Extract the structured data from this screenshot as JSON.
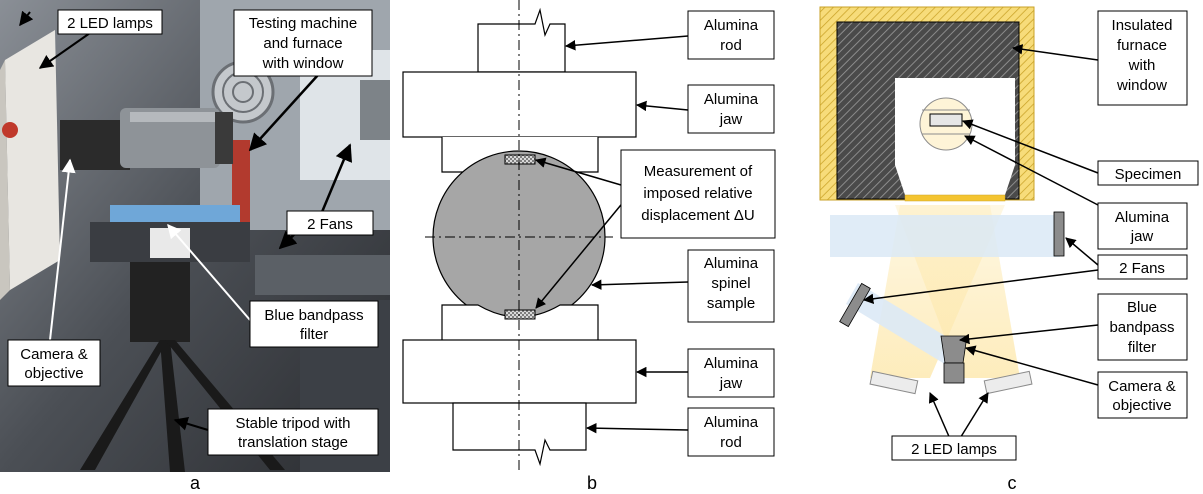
{
  "panel_a": {
    "caption": "a",
    "labels": {
      "led_lamps": "2 LED lamps",
      "testing_l1": "Testing machine",
      "testing_l2": "and furnace",
      "testing_l3": "with window",
      "fans": "2 Fans",
      "filter_l1": "Blue bandpass",
      "filter_l2": "filter",
      "camera_l1": "Camera &",
      "camera_l2": "objective",
      "tripod_l1": "Stable tripod with",
      "tripod_l2": "translation stage"
    }
  },
  "panel_b": {
    "caption": "b",
    "labels": {
      "rod_top_l1": "Alumina",
      "rod_top_l2": "rod",
      "jaw_top_l1": "Alumina",
      "jaw_top_l2": "jaw",
      "meas_l1": "Measurement of",
      "meas_l2": "imposed relative",
      "meas_l3": "displacement ΔU",
      "sample_l1": "Alumina",
      "sample_l2": "spinel",
      "sample_l3": "sample",
      "jaw_bot_l1": "Alumina",
      "jaw_bot_l2": "jaw",
      "rod_bot_l1": "Alumina",
      "rod_bot_l2": "rod"
    }
  },
  "panel_c": {
    "caption": "c",
    "labels": {
      "furnace_l1": "Insulated",
      "furnace_l2": "furnace",
      "furnace_l3": "with",
      "furnace_l4": "window",
      "specimen": "Specimen",
      "jaw_l1": "Alumina",
      "jaw_l2": "jaw",
      "fans": "2 Fans",
      "filter_l1": "Blue",
      "filter_l2": "bandpass",
      "filter_l3": "filter",
      "camera_l1": "Camera &",
      "camera_l2": "objective",
      "led_lamps": "2 LED lamps"
    }
  },
  "colors": {
    "furnace_yellow": "#fff2cc",
    "furnace_border": "#c9a227",
    "sample_gray": "#a6a6a6",
    "fan_blue": "#dbe9f6"
  }
}
